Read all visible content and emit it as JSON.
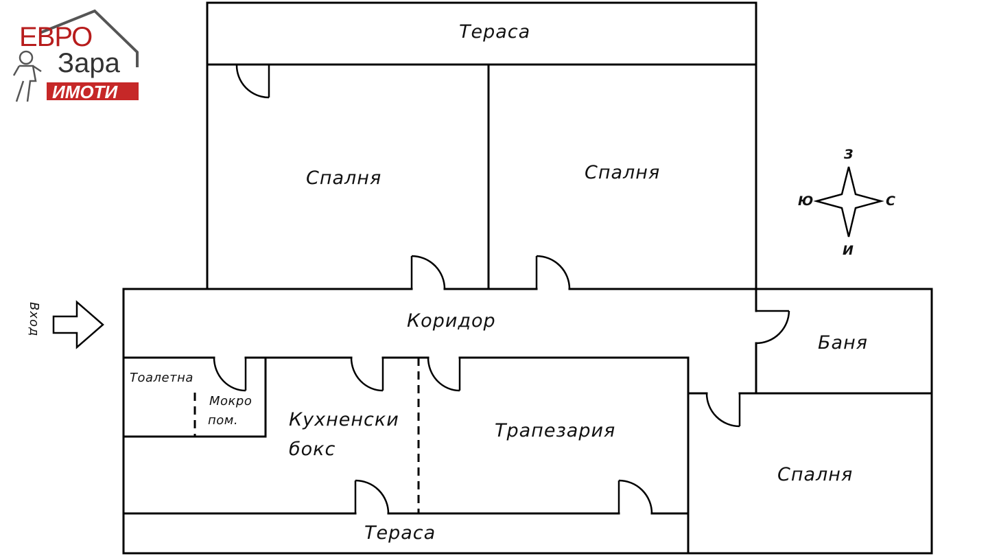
{
  "logo": {
    "line1": "ЕВРО",
    "line2": "Зара",
    "line3": "ИМОТИ",
    "brand_color": "#c62828"
  },
  "rooms": {
    "terrace_top": "Тераса",
    "bedroom_1": "Спалня",
    "bedroom_2": "Спалня",
    "corridor": "Коридор",
    "bathroom": "Баня",
    "toilet": "Тоалетна",
    "wet_room_line1": "Мокро",
    "wet_room_line2": "пом.",
    "kitchen_line1": "Кухненски",
    "kitchen_line2": "бокс",
    "dining": "Трапезария",
    "bedroom_3": "Спалня",
    "terrace_bottom": "Тераса"
  },
  "entrance": {
    "label": "Вход"
  },
  "compass": {
    "north": "З",
    "east": "С",
    "south": "И",
    "west": "Ю"
  }
}
